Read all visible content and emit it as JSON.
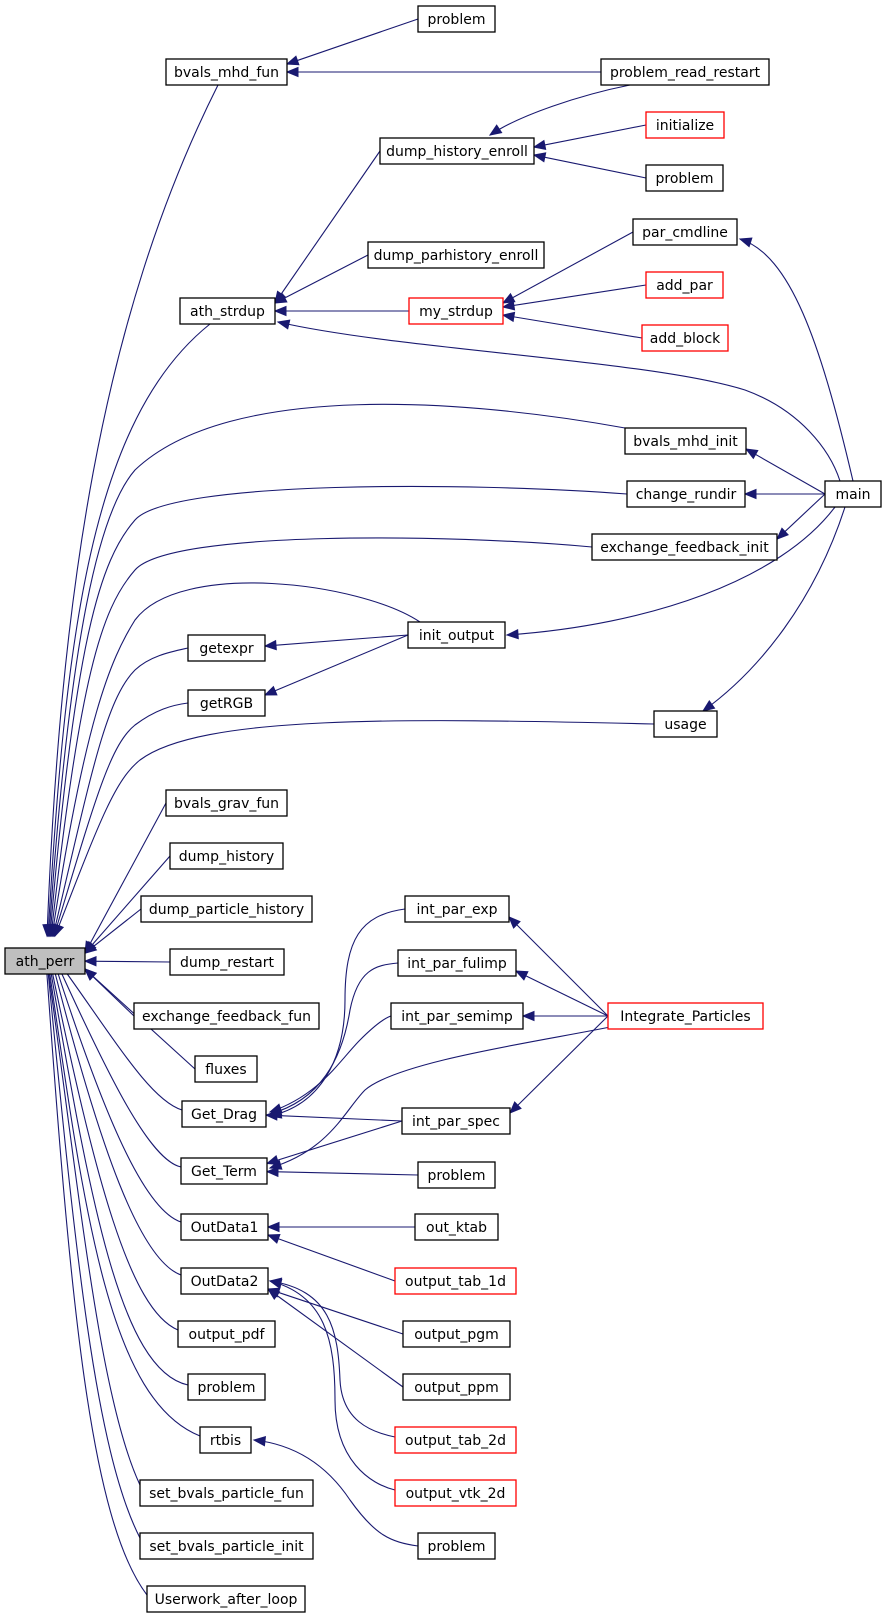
{
  "colors": {
    "edge": "#191970",
    "border_normal": "#000000",
    "border_truncated": "#ff0000",
    "focus_fill": "#bfbfbf",
    "node_fill": "#ffffff"
  },
  "nodes": [
    {
      "id": "ath_perr",
      "label": "ath_perr",
      "style": "focus"
    },
    {
      "id": "bvals_mhd_fun",
      "label": "bvals_mhd_fun",
      "style": "normal"
    },
    {
      "id": "problem_1",
      "label": "problem",
      "style": "normal"
    },
    {
      "id": "problem_read_restart",
      "label": "problem_read_restart",
      "style": "normal"
    },
    {
      "id": "dump_history_enroll",
      "label": "dump_history_enroll",
      "style": "normal"
    },
    {
      "id": "initialize",
      "label": "initialize",
      "style": "truncated"
    },
    {
      "id": "problem_2",
      "label": "problem",
      "style": "normal"
    },
    {
      "id": "dump_parhistory_enroll",
      "label": "dump_parhistory_enroll",
      "style": "normal"
    },
    {
      "id": "ath_strdup",
      "label": "ath_strdup",
      "style": "normal"
    },
    {
      "id": "my_strdup",
      "label": "my_strdup",
      "style": "truncated"
    },
    {
      "id": "par_cmdline",
      "label": "par_cmdline",
      "style": "normal"
    },
    {
      "id": "add_par",
      "label": "add_par",
      "style": "truncated"
    },
    {
      "id": "add_block",
      "label": "add_block",
      "style": "truncated"
    },
    {
      "id": "bvals_mhd_init",
      "label": "bvals_mhd_init",
      "style": "normal"
    },
    {
      "id": "change_rundir",
      "label": "change_rundir",
      "style": "normal"
    },
    {
      "id": "main",
      "label": "main",
      "style": "normal"
    },
    {
      "id": "exchange_feedback_init",
      "label": "exchange_feedback_init",
      "style": "normal"
    },
    {
      "id": "getexpr",
      "label": "getexpr",
      "style": "normal"
    },
    {
      "id": "init_output",
      "label": "init_output",
      "style": "normal"
    },
    {
      "id": "getRGB",
      "label": "getRGB",
      "style": "normal"
    },
    {
      "id": "usage",
      "label": "usage",
      "style": "normal"
    },
    {
      "id": "bvals_grav_fun",
      "label": "bvals_grav_fun",
      "style": "normal"
    },
    {
      "id": "dump_history",
      "label": "dump_history",
      "style": "normal"
    },
    {
      "id": "dump_particle_history",
      "label": "dump_particle_history",
      "style": "normal"
    },
    {
      "id": "dump_restart",
      "label": "dump_restart",
      "style": "normal"
    },
    {
      "id": "exchange_feedback_fun",
      "label": "exchange_feedback_fun",
      "style": "normal"
    },
    {
      "id": "fluxes",
      "label": "fluxes",
      "style": "normal"
    },
    {
      "id": "int_par_exp",
      "label": "int_par_exp",
      "style": "normal"
    },
    {
      "id": "int_par_fulimp",
      "label": "int_par_fulimp",
      "style": "normal"
    },
    {
      "id": "int_par_semimp",
      "label": "int_par_semimp",
      "style": "normal"
    },
    {
      "id": "Integrate_Particles",
      "label": "Integrate_Particles",
      "style": "truncated"
    },
    {
      "id": "Get_Drag",
      "label": "Get_Drag",
      "style": "normal"
    },
    {
      "id": "int_par_spec",
      "label": "int_par_spec",
      "style": "normal"
    },
    {
      "id": "Get_Term",
      "label": "Get_Term",
      "style": "normal"
    },
    {
      "id": "problem_3",
      "label": "problem",
      "style": "normal"
    },
    {
      "id": "OutData1",
      "label": "OutData1",
      "style": "normal"
    },
    {
      "id": "out_ktab",
      "label": "out_ktab",
      "style": "normal"
    },
    {
      "id": "output_tab_1d",
      "label": "output_tab_1d",
      "style": "truncated"
    },
    {
      "id": "OutData2",
      "label": "OutData2",
      "style": "normal"
    },
    {
      "id": "output_pgm",
      "label": "output_pgm",
      "style": "normal"
    },
    {
      "id": "output_pdf",
      "label": "output_pdf",
      "style": "normal"
    },
    {
      "id": "output_ppm",
      "label": "output_ppm",
      "style": "normal"
    },
    {
      "id": "problem_4",
      "label": "problem",
      "style": "normal"
    },
    {
      "id": "output_tab_2d",
      "label": "output_tab_2d",
      "style": "truncated"
    },
    {
      "id": "rtbis",
      "label": "rtbis",
      "style": "normal"
    },
    {
      "id": "output_vtk_2d",
      "label": "output_vtk_2d",
      "style": "truncated"
    },
    {
      "id": "set_bvals_particle_fun",
      "label": "set_bvals_particle_fun",
      "style": "normal"
    },
    {
      "id": "problem_5",
      "label": "problem",
      "style": "normal"
    },
    {
      "id": "set_bvals_particle_init",
      "label": "set_bvals_particle_init",
      "style": "normal"
    },
    {
      "id": "Userwork_after_loop",
      "label": "Userwork_after_loop",
      "style": "normal"
    }
  ],
  "edges": [
    {
      "from": "bvals_mhd_fun",
      "to": "ath_perr"
    },
    {
      "from": "ath_strdup",
      "to": "ath_perr"
    },
    {
      "from": "bvals_mhd_init",
      "to": "ath_perr"
    },
    {
      "from": "change_rundir",
      "to": "ath_perr"
    },
    {
      "from": "exchange_feedback_init",
      "to": "ath_perr"
    },
    {
      "from": "init_output",
      "to": "ath_perr"
    },
    {
      "from": "getexpr",
      "to": "ath_perr"
    },
    {
      "from": "getRGB",
      "to": "ath_perr"
    },
    {
      "from": "usage",
      "to": "ath_perr"
    },
    {
      "from": "bvals_grav_fun",
      "to": "ath_perr"
    },
    {
      "from": "dump_history",
      "to": "ath_perr"
    },
    {
      "from": "dump_particle_history",
      "to": "ath_perr"
    },
    {
      "from": "dump_restart",
      "to": "ath_perr"
    },
    {
      "from": "exchange_feedback_fun",
      "to": "ath_perr"
    },
    {
      "from": "fluxes",
      "to": "ath_perr"
    },
    {
      "from": "Get_Drag",
      "to": "ath_perr"
    },
    {
      "from": "Get_Term",
      "to": "ath_perr"
    },
    {
      "from": "OutData1",
      "to": "ath_perr"
    },
    {
      "from": "OutData2",
      "to": "ath_perr"
    },
    {
      "from": "output_pdf",
      "to": "ath_perr"
    },
    {
      "from": "problem_4",
      "to": "ath_perr"
    },
    {
      "from": "rtbis",
      "to": "ath_perr"
    },
    {
      "from": "set_bvals_particle_fun",
      "to": "ath_perr"
    },
    {
      "from": "set_bvals_particle_init",
      "to": "ath_perr"
    },
    {
      "from": "Userwork_after_loop",
      "to": "ath_perr"
    },
    {
      "from": "problem_1",
      "to": "bvals_mhd_fun"
    },
    {
      "from": "problem_read_restart",
      "to": "bvals_mhd_fun"
    },
    {
      "from": "dump_history_enroll",
      "to": "ath_strdup"
    },
    {
      "from": "dump_parhistory_enroll",
      "to": "ath_strdup"
    },
    {
      "from": "my_strdup",
      "to": "ath_strdup"
    },
    {
      "from": "main",
      "to": "ath_strdup"
    },
    {
      "from": "problem_read_restart",
      "to": "dump_history_enroll"
    },
    {
      "from": "initialize",
      "to": "dump_history_enroll"
    },
    {
      "from": "problem_2",
      "to": "dump_history_enroll"
    },
    {
      "from": "par_cmdline",
      "to": "my_strdup"
    },
    {
      "from": "add_par",
      "to": "my_strdup"
    },
    {
      "from": "add_block",
      "to": "my_strdup"
    },
    {
      "from": "main",
      "to": "par_cmdline"
    },
    {
      "from": "main",
      "to": "bvals_mhd_init"
    },
    {
      "from": "main",
      "to": "change_rundir"
    },
    {
      "from": "main",
      "to": "exchange_feedback_init"
    },
    {
      "from": "main",
      "to": "init_output"
    },
    {
      "from": "main",
      "to": "usage"
    },
    {
      "from": "init_output",
      "to": "getexpr"
    },
    {
      "from": "init_output",
      "to": "getRGB"
    },
    {
      "from": "Integrate_Particles",
      "to": "int_par_exp"
    },
    {
      "from": "Integrate_Particles",
      "to": "int_par_fulimp"
    },
    {
      "from": "Integrate_Particles",
      "to": "int_par_semimp"
    },
    {
      "from": "int_par_exp",
      "to": "Get_Drag"
    },
    {
      "from": "int_par_fulimp",
      "to": "Get_Drag"
    },
    {
      "from": "int_par_semimp",
      "to": "Get_Drag"
    },
    {
      "from": "int_par_spec",
      "to": "Get_Drag"
    },
    {
      "from": "Integrate_Particles",
      "to": "Get_Term"
    },
    {
      "from": "int_par_spec",
      "to": "Get_Term"
    },
    {
      "from": "problem_3",
      "to": "Get_Term"
    },
    {
      "from": "Integrate_Particles",
      "to": "int_par_spec"
    },
    {
      "from": "out_ktab",
      "to": "OutData1"
    },
    {
      "from": "output_tab_1d",
      "to": "OutData1"
    },
    {
      "from": "output_pgm",
      "to": "OutData2"
    },
    {
      "from": "output_ppm",
      "to": "OutData2"
    },
    {
      "from": "output_tab_2d",
      "to": "OutData2"
    },
    {
      "from": "output_vtk_2d",
      "to": "OutData2"
    },
    {
      "from": "problem_5",
      "to": "rtbis"
    }
  ]
}
